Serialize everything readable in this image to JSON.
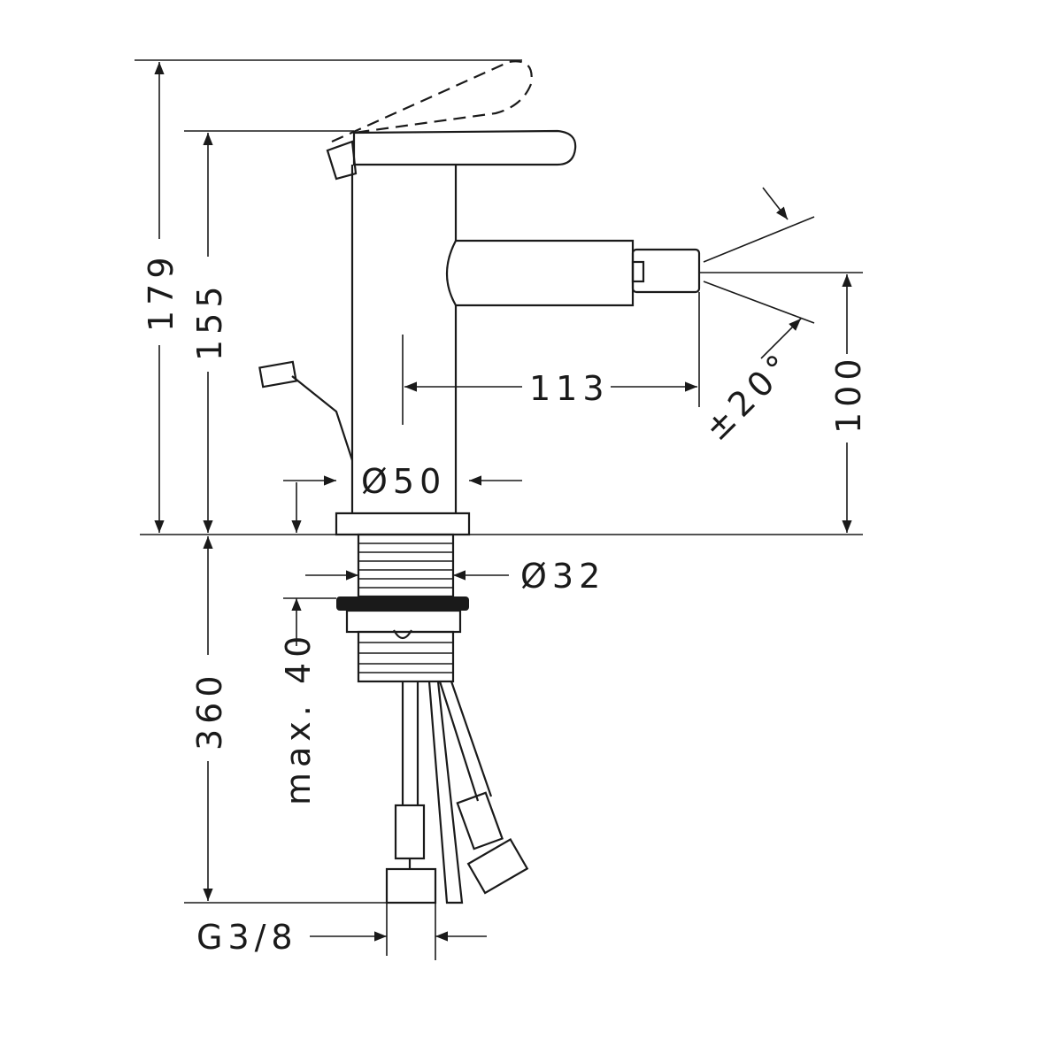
{
  "dimensions": {
    "total_height": "179",
    "body_height": "155",
    "spout_reach": "113",
    "spout_height": "100",
    "spray_angle": "±20°",
    "body_diameter": "Ø50",
    "shank_diameter": "Ø32",
    "hose_length": "360",
    "max_counter_thickness": "max. 40",
    "connection_thread": "G3/8"
  },
  "colors": {
    "line": "#1a1a1a",
    "background": "#ffffff"
  }
}
